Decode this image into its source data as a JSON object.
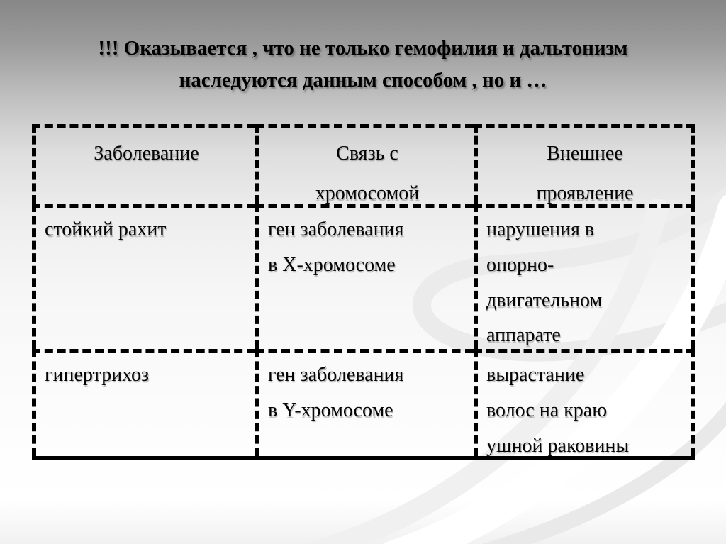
{
  "slide": {
    "title": "!!! Оказывается , что не только гемофилия и дальтонизм\nнаследуются данным способом , но и …"
  },
  "table": {
    "headers": [
      "Заболевание",
      "Связь с\nхромосомой",
      "Внешнее\nпроявление"
    ],
    "rows": [
      [
        "стойкий рахит",
        "ген заболевания\nв Х-хромосоме",
        "нарушения в\nопорно-\nдвигательном\nаппарате"
      ],
      [
        "гипертрихоз",
        "ген заболевания\nв Y-хромосоме",
        "вырастание\nволос на краю\nушной раковины"
      ]
    ]
  },
  "colors": {
    "background_top": "#878787",
    "background_bottom": "#ffffff",
    "text": "#000000",
    "table_border": "#000000",
    "swirl_light": "#ebebeb",
    "swirl_white": "#ffffff"
  }
}
